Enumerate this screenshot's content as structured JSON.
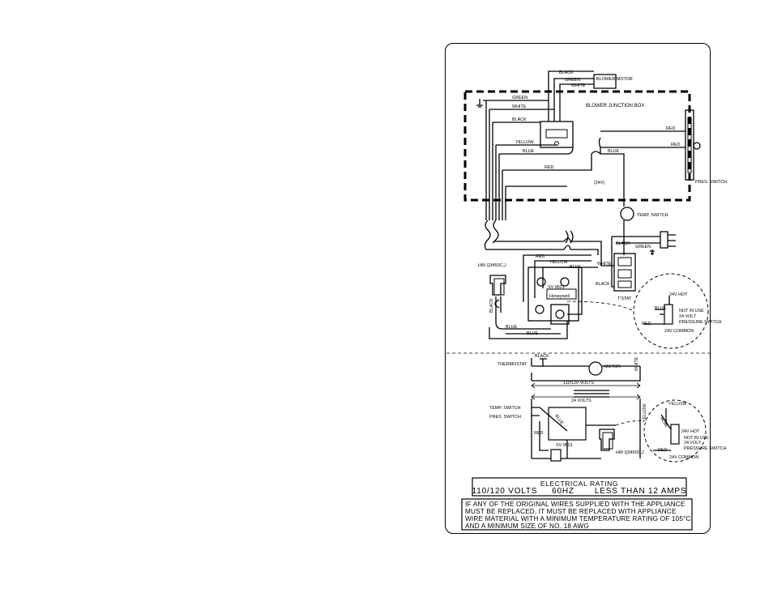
{
  "diagram": {
    "labels": {
      "black_top": "BLACK",
      "green_top": "GREEN",
      "white_top": "WHITE",
      "blower_motor": "BLOWER MOTOR",
      "green_left": "GREEN",
      "white_left": "WHITE",
      "black_left": "BLACK",
      "blower_junction_box": "BLOWER JUNCTION BOX",
      "yellow_jb": "YELLOW",
      "blue_jb": "BLUE",
      "red_jb": "RED",
      "blue_right": "BLUE",
      "red_right1": "RED",
      "red_right2": "RED",
      "pres_switch": "PRES. SWITCH",
      "v24": "(24V)",
      "temp_switch": "TEMP. SWITCH",
      "black_plug": "BLACK",
      "green_plug": "GREEN",
      "white_tstat": "WHITE",
      "black_tstat": "BLACK",
      "tstat": "T'STAT",
      "red_ctrl": "RED",
      "yellow_ctrl": "YELLOW",
      "blue_ctrl": "BLUE",
      "hw_valve_top": "HW Q3450C,J",
      "sv9501_top": "SV 9501",
      "honeywell": "Honeywell",
      "black_vert": "BLACK",
      "blue_bottom1": "BLUE",
      "blue_bottom2": "BLUE",
      "hot_24v": "24V HOT",
      "not_in_use": "NOT IN USE",
      "v24_volt": "24 VOLT",
      "pressure_switch": "PRESSURE SWITCH",
      "common_24v": "24V COMMON",
      "blue_det": "BLUE",
      "red_det": "RED",
      "black_sch": "BLACK",
      "thermostat": "THERMOSTAT",
      "motor": "MOTOR",
      "white_sch": "WHITE",
      "volts_110": "110/120 VOLTS",
      "volts_24": "24 VOLTS",
      "temp_switch_sch": "TEMP. SWITCH",
      "pres_switch_sch": "PRES. SWITCH",
      "red_sch": "RED",
      "blue_sch": "BLUE",
      "yellow_sch": "YELLOW",
      "sv9501_sch": "SV 9501",
      "hw_valve_sch": "HW Q3450C,J",
      "yellow_det2": "YELLOW",
      "blue_det2": "BLUE",
      "hot_24v_2": "24V HOT",
      "not_in_use_2": "NOT IN USE",
      "v24_volt_2": "24 VOLT",
      "pressure_switch_2": "PRESSURE SWITCH",
      "common_24v_2": "24V COMMON",
      "red_det2": "RED"
    },
    "rating": {
      "title": "ELECTRICAL  RATING",
      "line1": "110/120 VOLTS     60HZ       LESS THAN 12 AMPS"
    },
    "warning": {
      "line1": "IF ANY OF THE ORIGINAL WIRES SUPPLIED WITH THE APPLIANCE",
      "line2": "MUST BE REPLACED, IT MUST BE REPLACED WITH APPLIANCE",
      "line3": "WIRE MATERIAL WITH A MINIMUM TEMPERATURE RATING OF 105°C",
      "line4": "AND A MINIMUM SIZE OF NO. 18 AWG"
    }
  }
}
